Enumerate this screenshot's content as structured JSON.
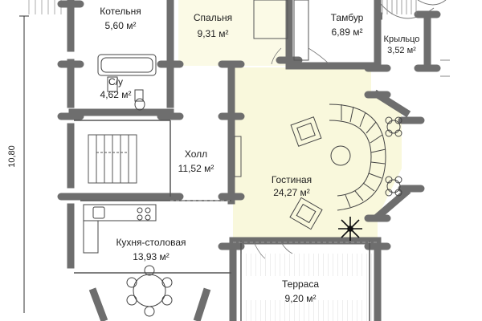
{
  "plan": {
    "dimension_label": "10,80",
    "rooms": [
      {
        "id": "kotelnaya",
        "name": "Котельня",
        "area": "5,60 м²"
      },
      {
        "id": "spalnya",
        "name": "Спальня",
        "area": "9,31 м²"
      },
      {
        "id": "tambur",
        "name": "Тамбур",
        "area": "6,89 м²"
      },
      {
        "id": "krylco",
        "name": "Крыльцо",
        "area": "3,52 м²"
      },
      {
        "id": "su",
        "name": "С/у",
        "area": "4,62 м²"
      },
      {
        "id": "holl",
        "name": "Холл",
        "area": "11,52 м²"
      },
      {
        "id": "gostinaya",
        "name": "Гостиная",
        "area": "24,27 м²"
      },
      {
        "id": "kuhnya",
        "name": "Кухня-столовая",
        "area": "13,93 м²"
      },
      {
        "id": "terrasa",
        "name": "Терраса",
        "area": "9,20 м²"
      }
    ]
  },
  "colors": {
    "wall": "#6e6e6e",
    "line": "#555555",
    "bedroom_fill": "#fbfae6",
    "living_fill": "#f9f8dc",
    "room_fill": "#ffffff"
  }
}
